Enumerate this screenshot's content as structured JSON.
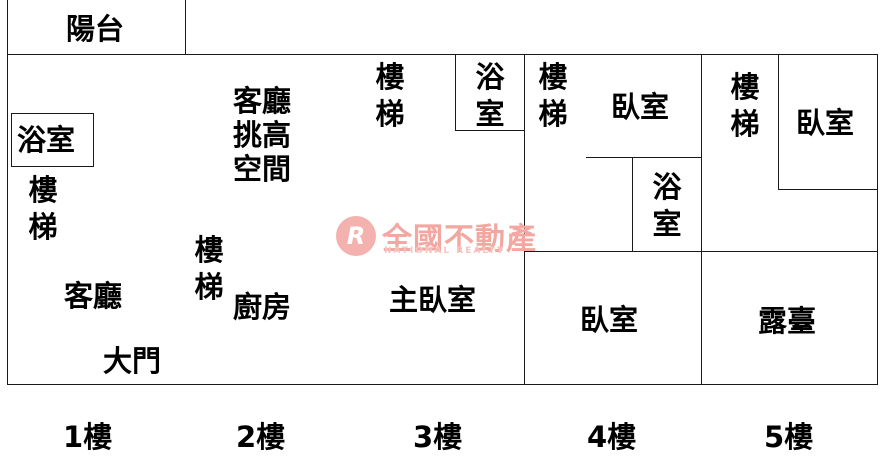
{
  "labels": {
    "balcony": "陽台",
    "f1_bath": "浴室",
    "f1_stairs": "樓梯",
    "f1_living": "客廳",
    "f1_door": "大門",
    "f2_living_high": "客廳挑高空間",
    "f2_stairs": "樓梯",
    "f2_kitchen": "廚房",
    "f3_stairs": "樓梯",
    "f3_bath": "浴室",
    "f3_master": "主臥室",
    "f4_stairs": "樓梯",
    "f4_bed_top": "臥室",
    "f4_bath": "浴室",
    "f4_bed_bottom": "臥室",
    "f5_stairs": "樓梯",
    "f5_bed": "臥室",
    "f5_terrace": "露臺"
  },
  "floors": [
    "1樓",
    "2樓",
    "3樓",
    "4樓",
    "5樓"
  ],
  "watermark": {
    "logo": "R",
    "name": "全國不動產",
    "name_en": "NATIONAL REALTY",
    "color": "#f2a7a1"
  }
}
